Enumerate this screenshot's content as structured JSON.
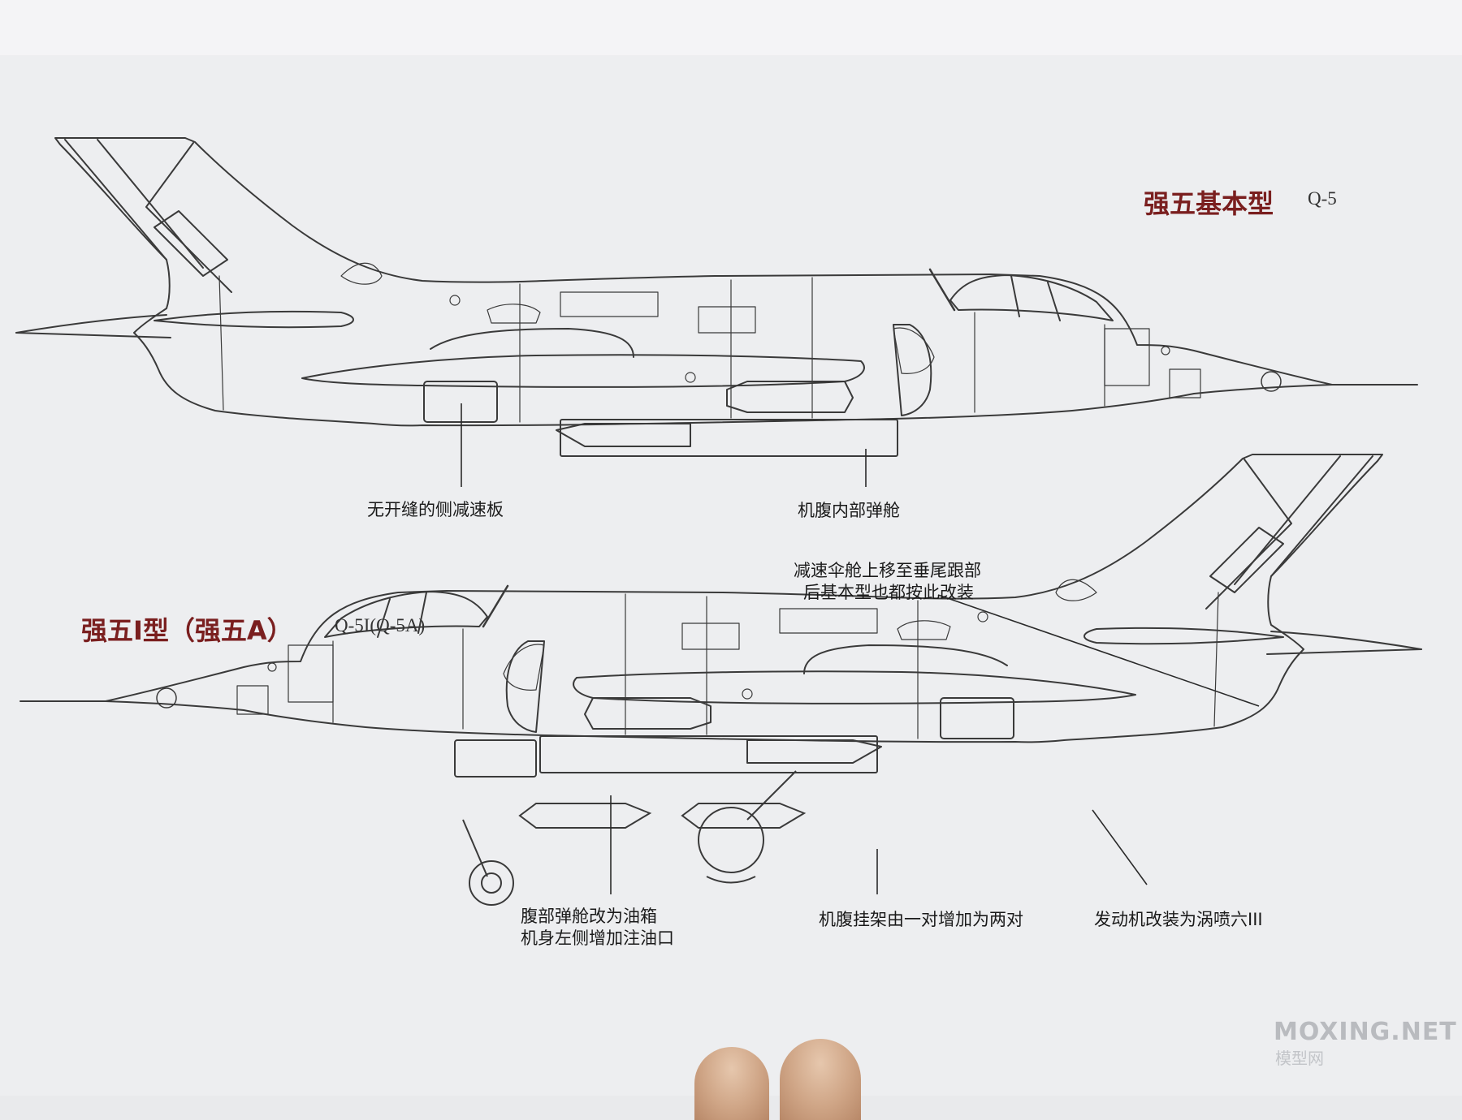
{
  "aircraft_top": {
    "title_cn": "强五基本型",
    "title_en": "Q-5",
    "callouts": [
      {
        "text": "无开缝的侧减速板"
      },
      {
        "text": "机腹内部弹舱"
      }
    ]
  },
  "aircraft_bottom": {
    "title_cn": "强五Ⅰ型（强五A）",
    "title_en": "Q-5I(Q-5A)",
    "callouts": [
      {
        "lines": [
          "减速伞舱上移至垂尾跟部",
          "后基本型也都按此改装"
        ]
      },
      {
        "lines": [
          "腹部弹舱改为油箱",
          "机身左侧增加注油口"
        ]
      },
      {
        "text": "机腹挂架由一对增加为两对"
      },
      {
        "text": "发动机改装为涡喷六III"
      }
    ]
  },
  "watermark": {
    "main": "MOXING.NET",
    "sub": "模型网"
  },
  "colors": {
    "title_accent": "#7a1f1f",
    "line_art": "#3a3a3a",
    "paper": "#edeef0"
  }
}
